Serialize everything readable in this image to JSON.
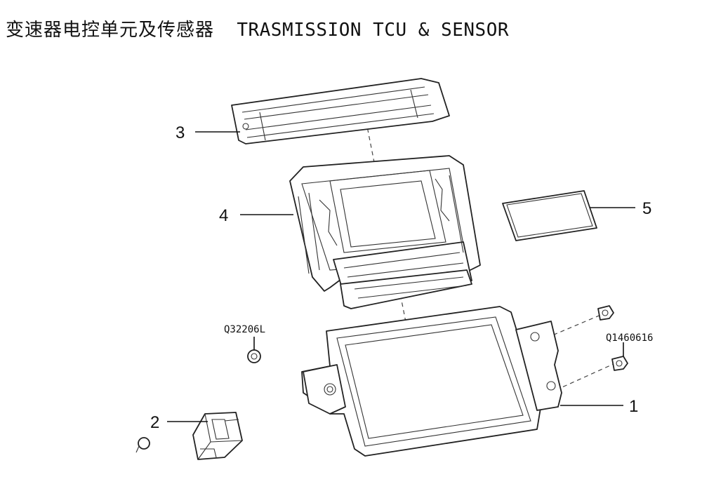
{
  "title": {
    "chinese": "变速器电控单元及传感器",
    "english": "TRASMISSION TCU & SENSOR"
  },
  "callouts": {
    "p1": "1",
    "p2": "2",
    "p3": "3",
    "p4": "4",
    "p5": "5"
  },
  "part_codes": {
    "nut": "Q32206L",
    "bolt": "Q1460616"
  }
}
